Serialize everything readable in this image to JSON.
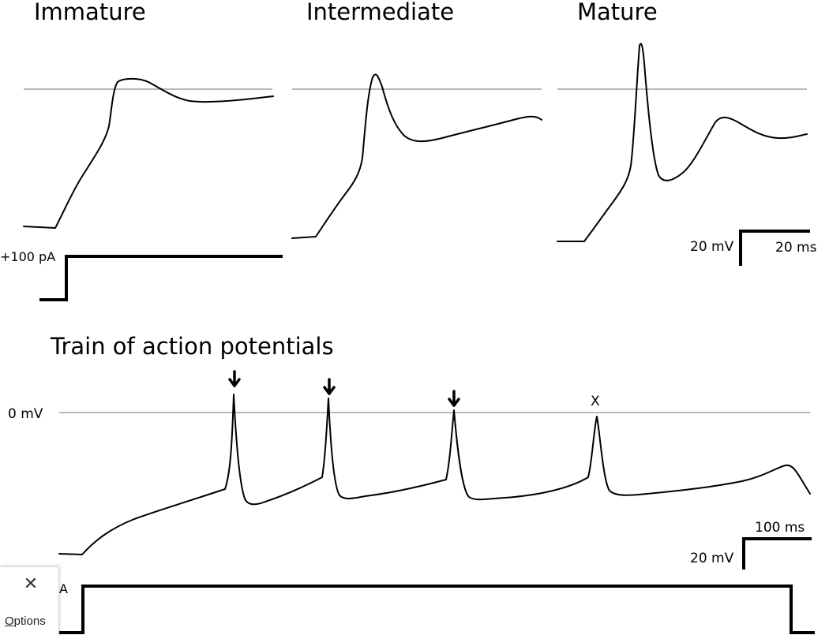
{
  "panels": {
    "immature": "Immature",
    "intermediate": "Intermediate",
    "mature": "Mature"
  },
  "stimulus_top": "+100 pA",
  "scale_top": {
    "voltage": "20 mV",
    "time": "20 ms"
  },
  "train": {
    "title": "Train of action potentials",
    "zero_label": "0 mV",
    "failed_marker": "X",
    "stimulus_fragment": "A",
    "scale": {
      "time": "100 ms",
      "voltage": "20 mV"
    }
  },
  "overlay": {
    "close_icon": "close-icon",
    "close_glyph": "✕",
    "options_label": "Options"
  }
}
